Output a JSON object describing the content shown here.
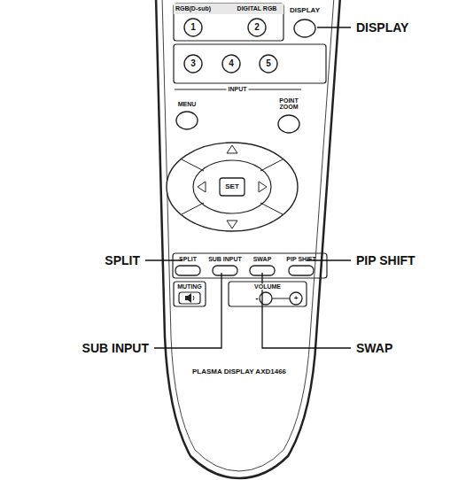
{
  "diagram": {
    "labels": [
      "RGB(D-sub)",
      "DIGITAL RGB",
      "1",
      "2",
      "DISPLAY",
      "DISPLAY",
      "3",
      "4",
      "5",
      "INPUT",
      "MENU",
      "POINT ZOOM",
      "SET",
      "SPLIT",
      "SUB INPUT",
      "SWAP",
      "PIP SHIFT",
      "SPLIT",
      "PIP SHIFT",
      "MUTING",
      "VOLUME",
      "-",
      "+",
      "SUB INPUT",
      "SWAP",
      "PLASMA DISPLAY AXD1466"
    ]
  }
}
